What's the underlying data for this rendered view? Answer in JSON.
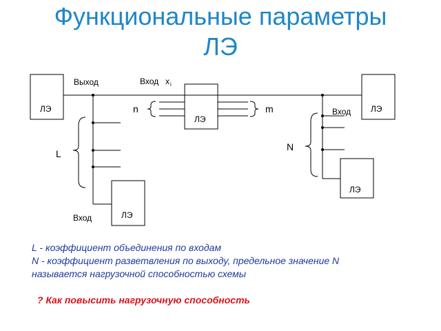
{
  "title": {
    "line1": "Функциональные параметры",
    "line2": "ЛЭ"
  },
  "diagram": {
    "element_label": "ЛЭ",
    "output_label": "Выход",
    "input_xi_label": "Вход",
    "xi_sub": "x",
    "xi_index": "i",
    "input_label": "Вход",
    "n_label": "n",
    "m_label": "m",
    "L_label": "L",
    "N_label": "N"
  },
  "notes": {
    "line1": "L - коэффициент объединения по входам",
    "line2": "N - коэффициент разветвления по выходу, предельное  значение N",
    "line3": "называется нагрузочной способностью схемы"
  },
  "question": "?  Как повысить нагрузочную способность",
  "colors": {
    "title": "#1f86c8",
    "notes": "#1f3a9a",
    "question": "#d8141b"
  }
}
